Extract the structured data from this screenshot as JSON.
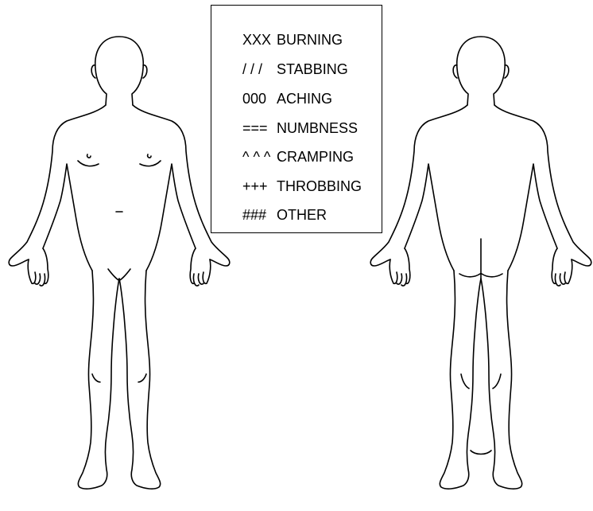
{
  "legend": {
    "items": [
      {
        "symbol": "XXX",
        "label": "BURNING"
      },
      {
        "symbol": "/ / /",
        "label": "STABBING"
      },
      {
        "symbol": "000",
        "label": "ACHING"
      },
      {
        "symbol": "===",
        "label": "NUMBNESS"
      },
      {
        "symbol": "^ ^ ^",
        "label": "CRAMPING"
      },
      {
        "symbol": "+++",
        "label": "THROBBING"
      },
      {
        "symbol": "###",
        "label": "OTHER"
      }
    ]
  },
  "colors": {
    "line": "#000000",
    "background": "#ffffff"
  }
}
